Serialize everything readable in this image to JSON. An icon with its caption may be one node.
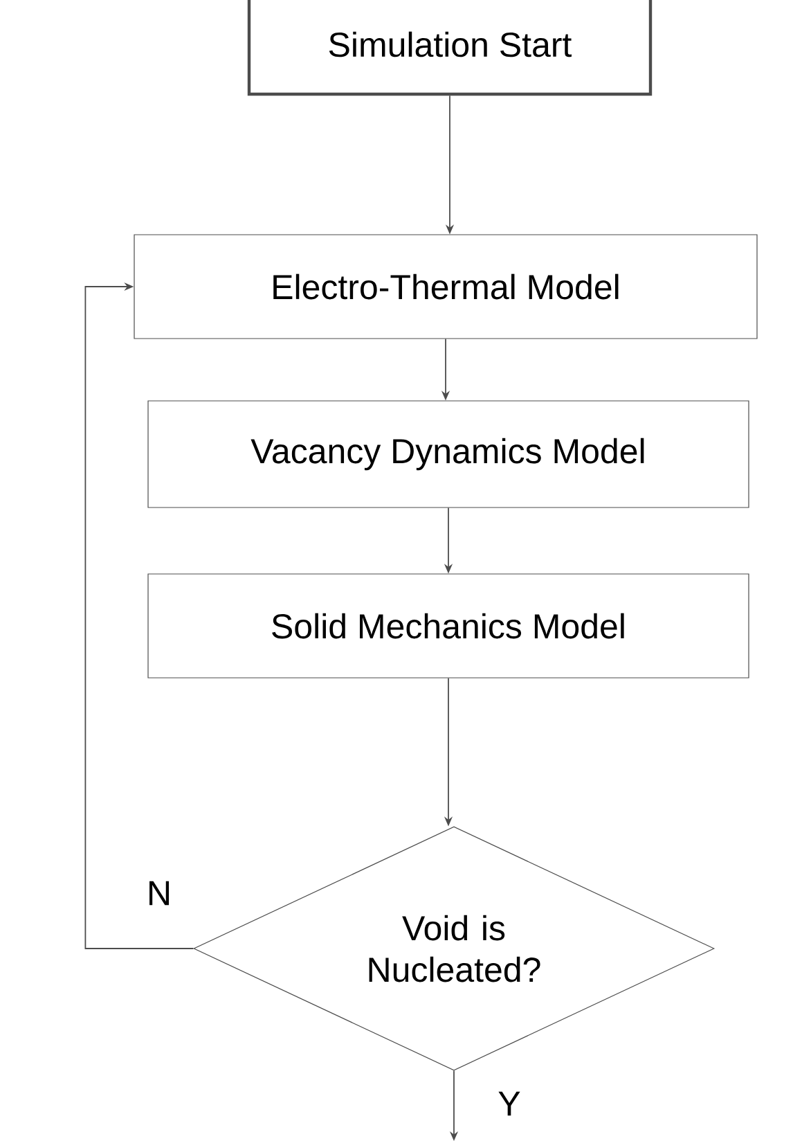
{
  "diagram": {
    "nodes": [
      {
        "text": [
          "Simulation Start"
        ]
      },
      {
        "text": [
          "Electro-Thermal Model"
        ]
      },
      {
        "text": [
          "Vacancy Dynamics Model"
        ]
      },
      {
        "text": [
          "Solid Mechanics Model"
        ]
      },
      {
        "text": [
          "Void is Nucleated?"
        ]
      }
    ],
    "edges": [
      {
        "from": 0,
        "to": 1,
        "arrow": "to"
      },
      {
        "from": 1,
        "to": 2,
        "arrow": "to"
      },
      {
        "from": 2,
        "to": 3,
        "arrow": "to"
      },
      {
        "from": 3,
        "to": 4,
        "arrow": "to"
      },
      {
        "from": 4,
        "to": 1,
        "arrow": "to",
        "label": "N"
      },
      {
        "from": 4,
        "to": null,
        "arrow": "to",
        "label": "Y"
      }
    ]
  }
}
